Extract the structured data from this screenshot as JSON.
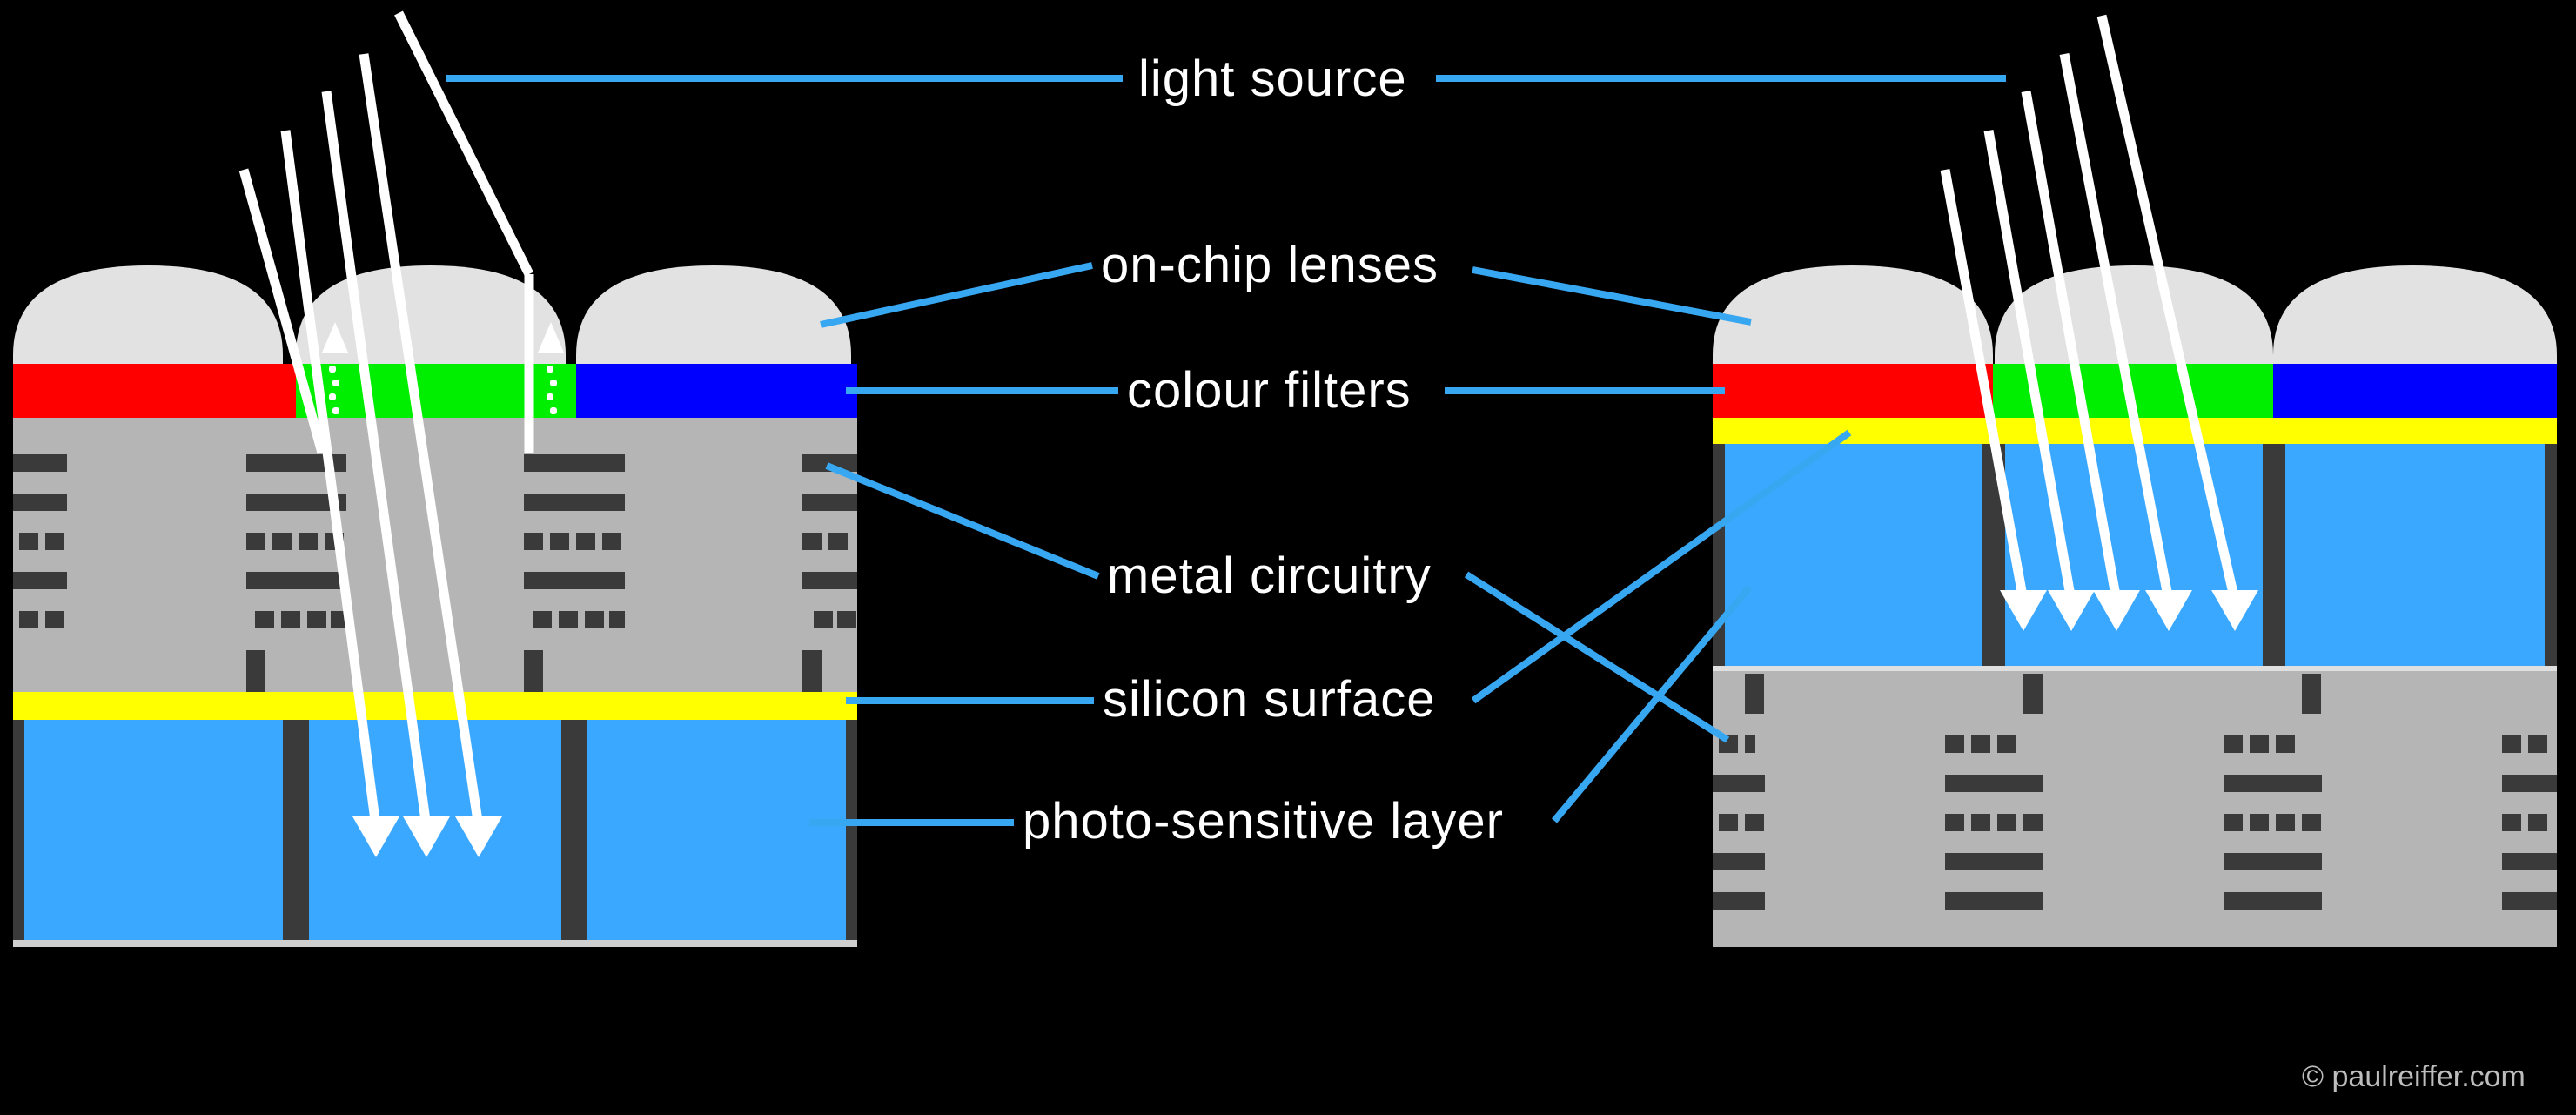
{
  "labels": {
    "light_source": "light source",
    "lenses": "on-chip lenses",
    "filters": "colour filters",
    "metal": "metal circuitry",
    "silicon": "silicon surface",
    "photo": "photo-sensitive layer"
  },
  "credit": "© paulreiffer.com",
  "colors": {
    "background": "#000000",
    "lens": "#e2e2e2",
    "filter_red": "#ff0000",
    "filter_green": "#00ee00",
    "filter_blue": "#0000ff",
    "silicon": "#ffff00",
    "photo_layer": "#3ba8ff",
    "metal_layer": "#b5b5b5",
    "circuit": "#3a3a3a",
    "leader_line": "#38a7f2",
    "light_ray": "#ffffff"
  }
}
